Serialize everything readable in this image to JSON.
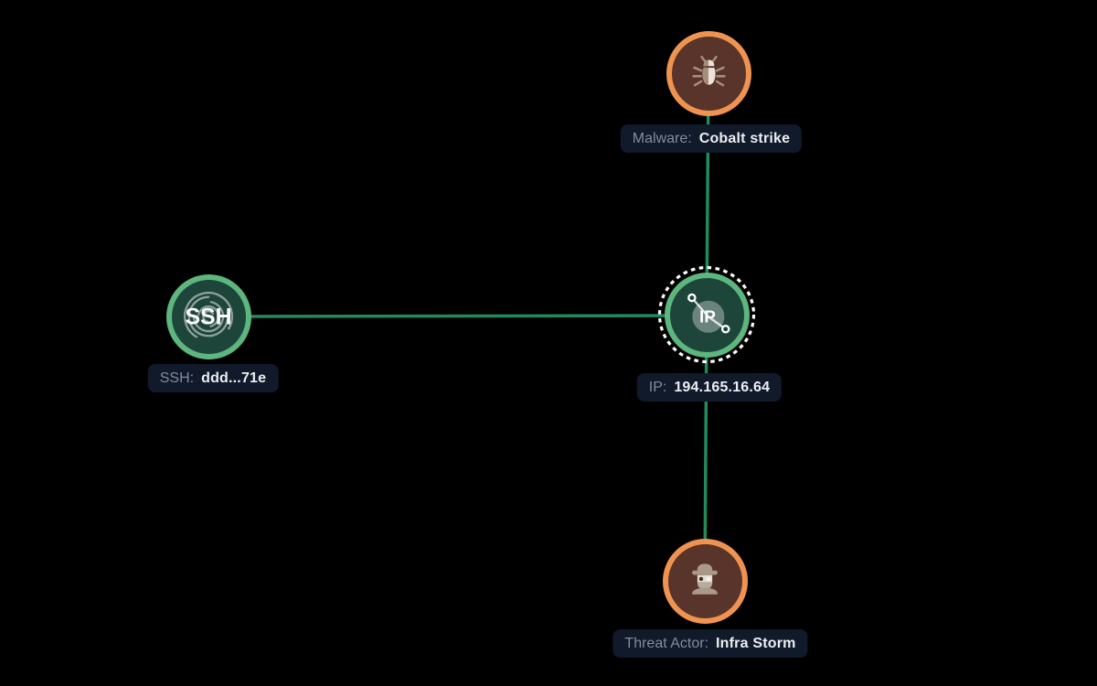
{
  "app": {
    "background_color": "#000000",
    "view": "threat-intel-graph"
  },
  "graph": {
    "edge_color": "#238A5B",
    "selection_color": "#FFFFFF",
    "label_bg_color": "#111A2B",
    "label_key_color": "#848B9B",
    "label_value_color": "#ECEEF1",
    "green_ring_color": "#5CB67E",
    "green_fill_color": "#1D453A",
    "orange_ring_color": "#F09350",
    "orange_fill_color": "#58342B",
    "nodes": [
      {
        "id": "malware",
        "entity_type": "Malware",
        "label_key": "Malware:",
        "label_value": "Cobalt strike",
        "icon": "bug-icon",
        "ring_color": "#F09350",
        "fill_color": "#58342B",
        "selected": false
      },
      {
        "id": "ip",
        "entity_type": "IP",
        "label_key": "IP:",
        "label_value": "194.165.16.64",
        "icon": "ip-network-icon",
        "icon_text": "IP",
        "ring_color": "#5CB67E",
        "fill_color": "#1D453A",
        "selected": true
      },
      {
        "id": "ssh",
        "entity_type": "SSH",
        "label_key": "SSH:",
        "label_value": "ddd...71e",
        "icon": "fingerprint-icon",
        "icon_text": "SSH",
        "ring_color": "#5CB67E",
        "fill_color": "#1D453A",
        "selected": false
      },
      {
        "id": "threat_actor",
        "entity_type": "Threat Actor",
        "label_key": "Threat Actor:",
        "label_value": "Infra Storm",
        "icon": "spy-icon",
        "ring_color": "#F09350",
        "fill_color": "#58342B",
        "selected": false
      }
    ],
    "edges": [
      {
        "from": "ssh",
        "to": "ip"
      },
      {
        "from": "malware",
        "to": "ip"
      },
      {
        "from": "ip",
        "to": "threat_actor"
      }
    ]
  }
}
